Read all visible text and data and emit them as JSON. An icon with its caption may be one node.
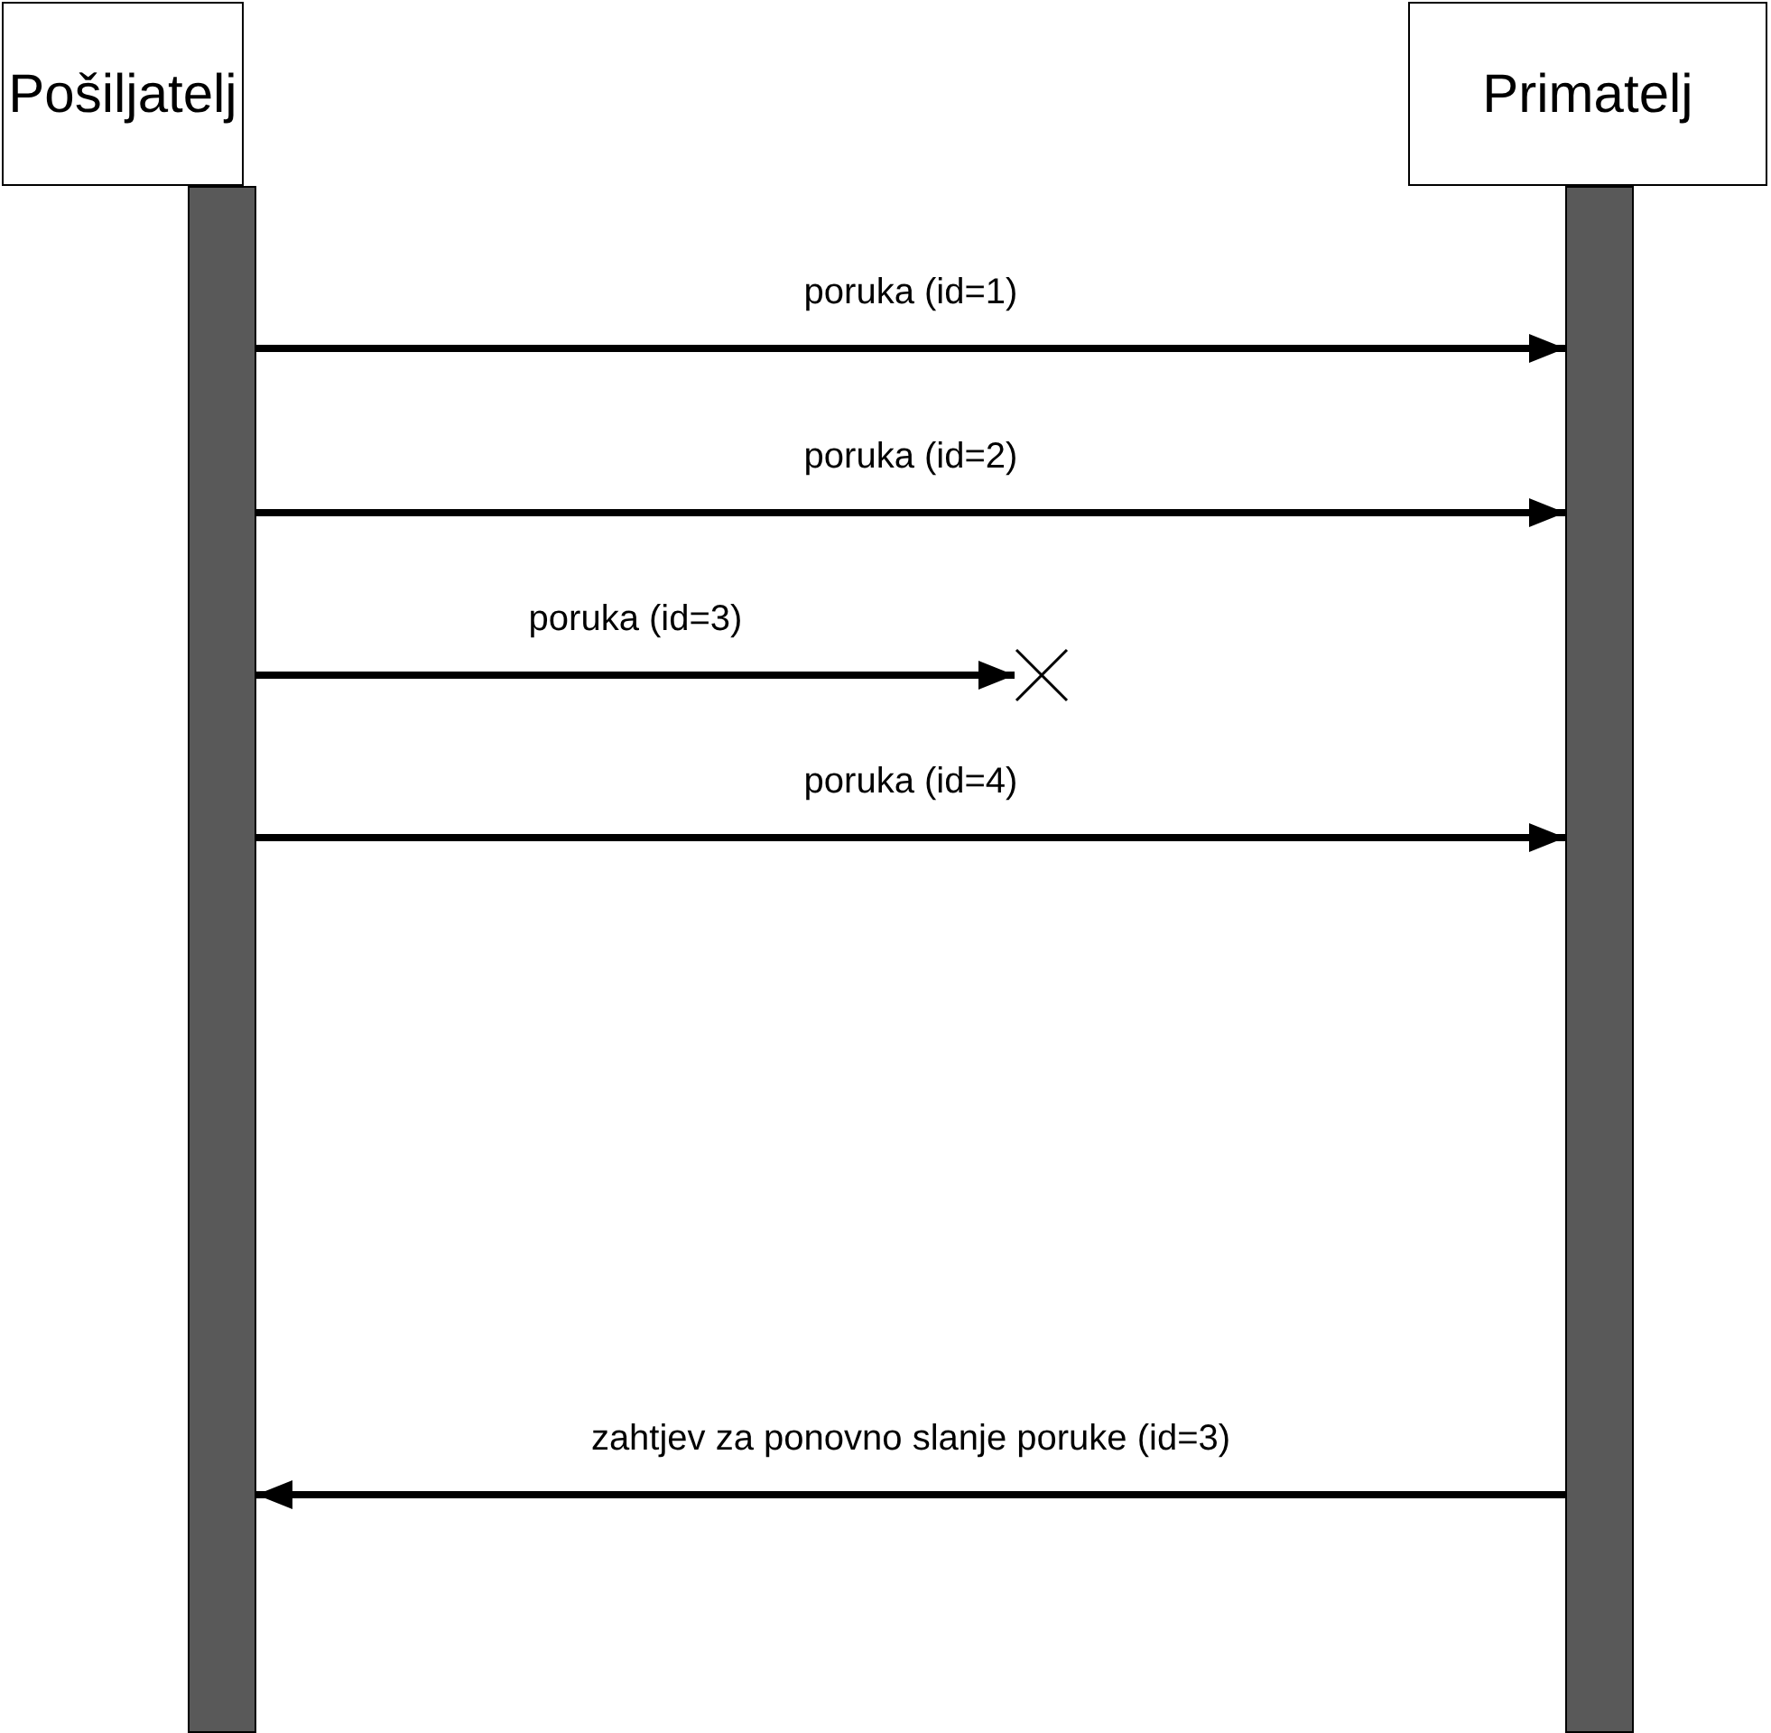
{
  "diagram": {
    "nodes": [
      {
        "text": [
          "Pošiljatelj"
        ]
      },
      {
        "text": [
          "Primatelj"
        ]
      },
      {
        "text": [],
        "shape": "bar"
      },
      {
        "text": [],
        "shape": "bar"
      },
      {
        "text": [],
        "shape": "cross"
      }
    ],
    "edges": [
      {
        "from": 2,
        "to": 3,
        "arrow": "to",
        "label": "poruka (id=1)"
      },
      {
        "from": 2,
        "to": 3,
        "arrow": "to",
        "label": "poruka (id=2)"
      },
      {
        "from": 2,
        "to": 4,
        "arrow": "to",
        "label": "poruka (id=3)"
      },
      {
        "from": 2,
        "to": 3,
        "arrow": "to",
        "label": "poruka (id=4)"
      },
      {
        "from": 3,
        "to": 2,
        "arrow": "to",
        "label": "zahtjev za ponovno slanje poruke (id=3)"
      }
    ]
  }
}
